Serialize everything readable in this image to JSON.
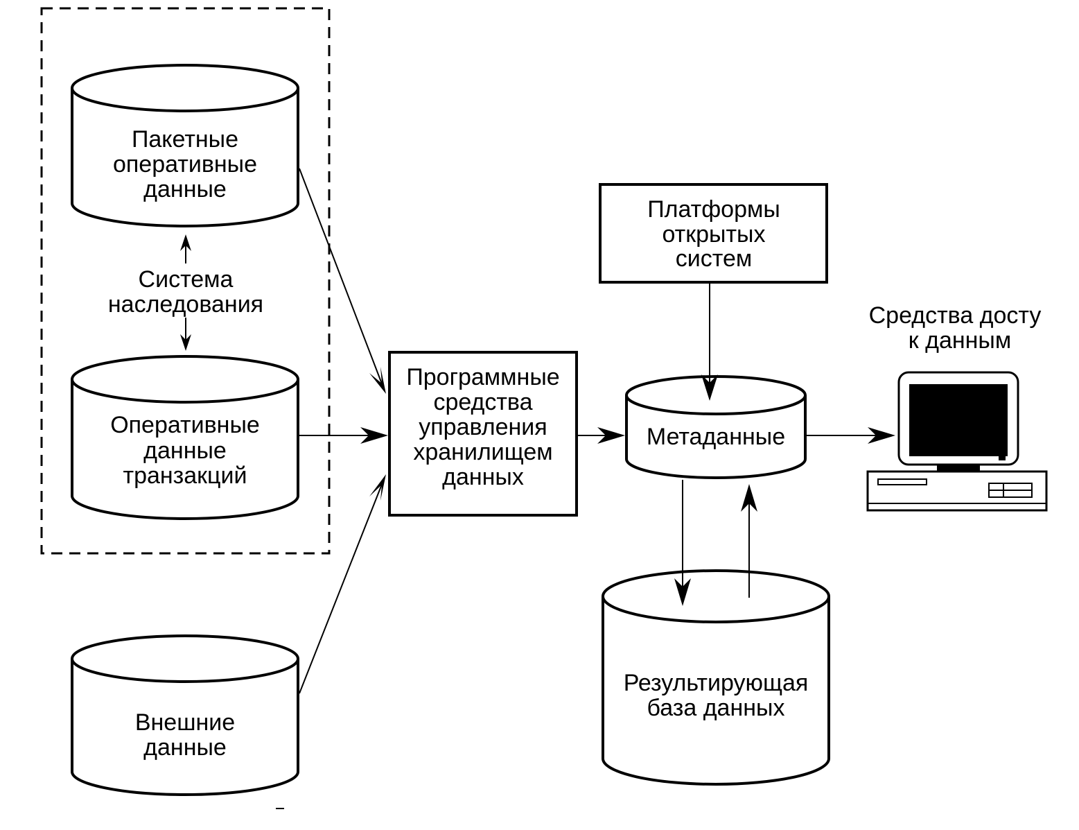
{
  "diagram": {
    "legacy_system": {
      "label_line1": "Система",
      "label_line2": "наследования"
    },
    "batch_data": {
      "line1": "Пакетные",
      "line2": "оперативные",
      "line3": "данные"
    },
    "transaction_data": {
      "line1": "Оперативные",
      "line2": "данные",
      "line3": "транзакций"
    },
    "external_data": {
      "line1": "Внешние",
      "line2": "данные"
    },
    "warehouse_software": {
      "line1": "Программные",
      "line2": "средства",
      "line3": "управления",
      "line4": "хранилищем",
      "line5": "данных"
    },
    "open_platforms": {
      "line1": "Платформы",
      "line2": "открытых",
      "line3": "систем"
    },
    "metadata": {
      "line1": "Метаданные"
    },
    "result_db": {
      "line1": "Результирующая",
      "line2": "база данных"
    },
    "access_tools": {
      "line1": "Средства досту",
      "line2": "к данным",
      "icon": "computer-icon"
    }
  }
}
